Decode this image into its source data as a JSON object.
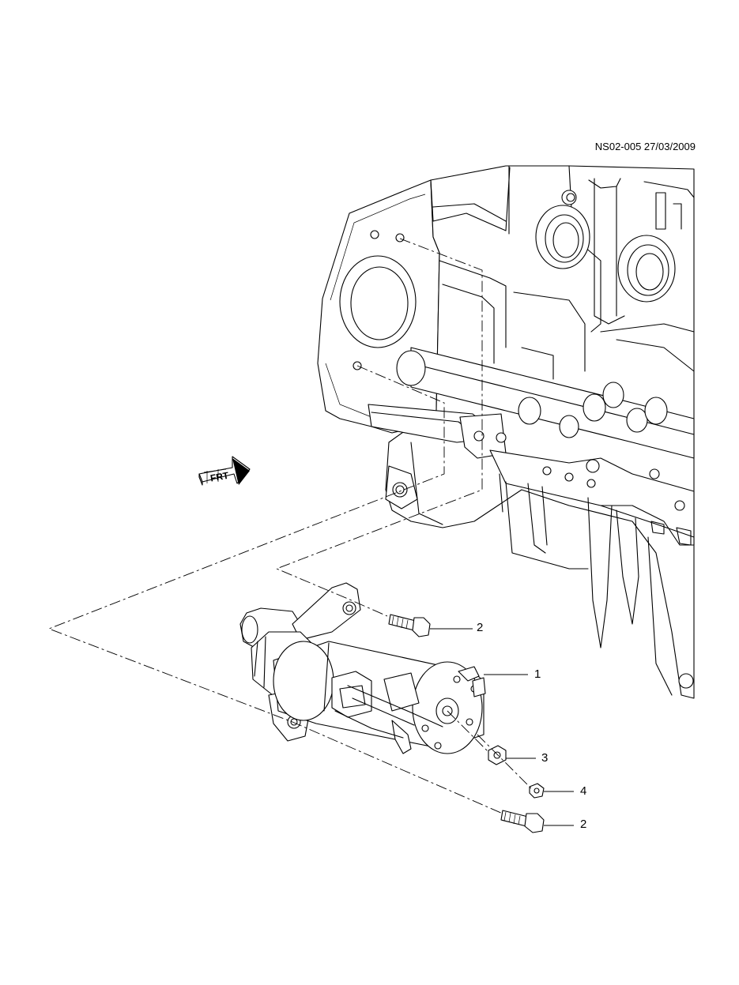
{
  "document_id": "NS02-005 27/03/2009",
  "direction_marker": {
    "label": "FRT",
    "icon": "front-direction-arrow-icon"
  },
  "callouts": [
    {
      "number": "1",
      "part": "starter-motor"
    },
    {
      "number": "2",
      "part": "upper-bolt"
    },
    {
      "number": "3",
      "part": "nut"
    },
    {
      "number": "4",
      "part": "small-nut"
    },
    {
      "number": "2",
      "part": "lower-bolt"
    }
  ]
}
